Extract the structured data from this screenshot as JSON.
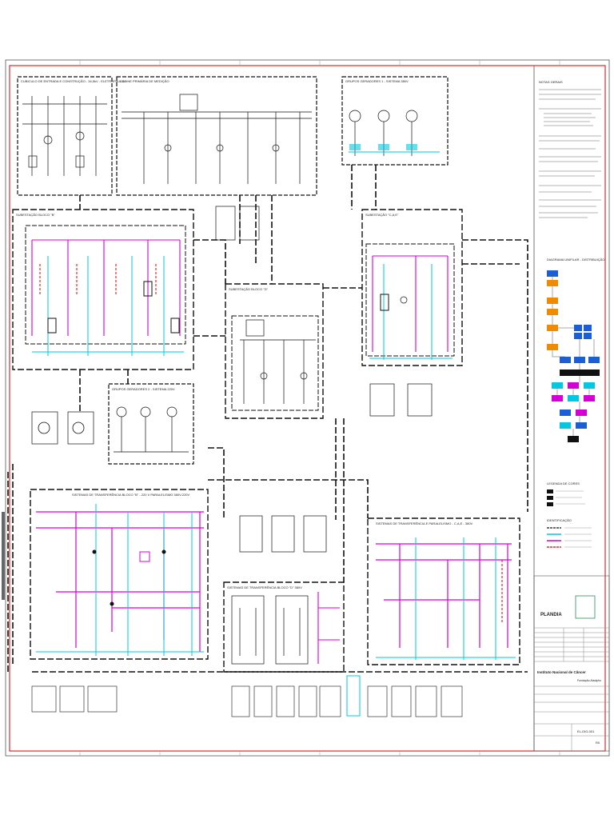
{
  "blocks": {
    "entrada": "CUBICULO DE ENTRADA E CONSTRUÇÃO - 34,5kV - ELETROPAULO",
    "cabine": "CABINE PRIMÁRIA DE MEDIÇÃO",
    "geradores1": "GRUPOS GERADORES 1 - SISTEMA 380V",
    "sub_b": "SUBESTAÇÃO BLOCO \"B\"",
    "sub_c": "SUBESTAÇÃO \"C,A,E\"",
    "sub_d": "SUBESTAÇÃO BLOCO \"D\"",
    "geradores2": "GRUPOS GERADORES 2 - SISTEMA 220V",
    "transf_b": "SISTEMAS DE TRANSFERÊNCIA BLOCO \"B\" - 220 V PARALELISMO 380V-220V",
    "transf_d": "SISTEMAS DE TRANSFERÊNCIA BLOCO \"D\" 380V",
    "transf_cae": "SISTEMAS DE TRANSFERÊNCIA E PARALELISMO - C,A,E - 380V"
  },
  "notes": {
    "title": "NOTAS GERAIS"
  },
  "legend": {
    "title": "DIAGRAMA UNIFILAR - DISTRIBUIÇÃO",
    "sub1": "LEGENDA DE CORES",
    "sub2": "IDENTIFICAÇÃO"
  },
  "titleblock": {
    "logo": "PLANDIA",
    "client": "Instituto Nacional de Câncer",
    "client2": "Fundação Ataulpho",
    "sheet_code": "EL-DIG-001",
    "rev": "R0"
  },
  "colors": {
    "magenta": "#d400d4",
    "cyan": "#00c8e0",
    "red": "#e00000",
    "orange": "#f08a00",
    "blue": "#1b5fd6",
    "black": "#111111"
  }
}
